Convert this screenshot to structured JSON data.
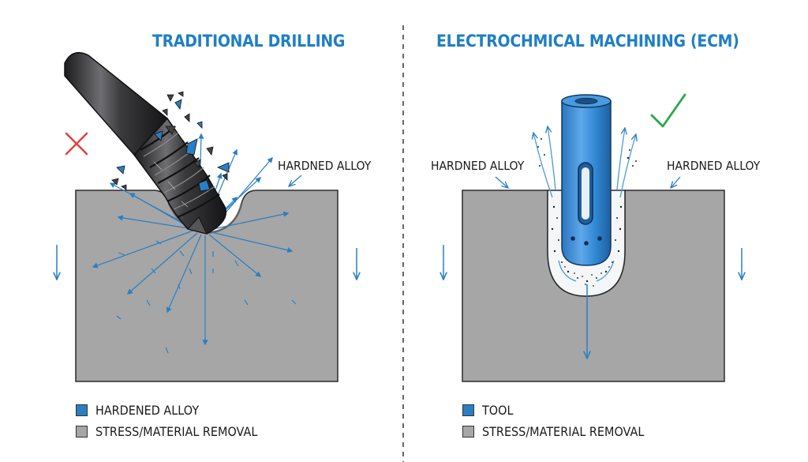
{
  "left_panel": {
    "title": "TRADITIONAL DRILLING",
    "label": "HARDNED ALLOY",
    "mark": "cross",
    "legend": [
      {
        "label": "HARDENED ALLOY",
        "color": "#2a7fc4"
      },
      {
        "label": "STRESS/MATERIAL REMOVAL",
        "color": "#a6a6a6"
      }
    ]
  },
  "right_panel": {
    "title": "ELECTROCHMICAL MACHINING (ECM)",
    "label_left": "HARDNED ALLOY",
    "label_right": "HARDNED ALLOY",
    "mark": "check",
    "legend": [
      {
        "label": "TOOL",
        "color": "#2a7fc4"
      },
      {
        "label": "STRESS/MATERIAL REMOVAL",
        "color": "#a6a6a6"
      }
    ]
  },
  "colors": {
    "accent_blue": "#1f7fc4",
    "tool_blue": "#2f86d2",
    "alloy_gray": "#a6a6a6",
    "cross_red": "#e04040",
    "check_green": "#2aa84a",
    "drill_dark": "#3a3a3c"
  }
}
